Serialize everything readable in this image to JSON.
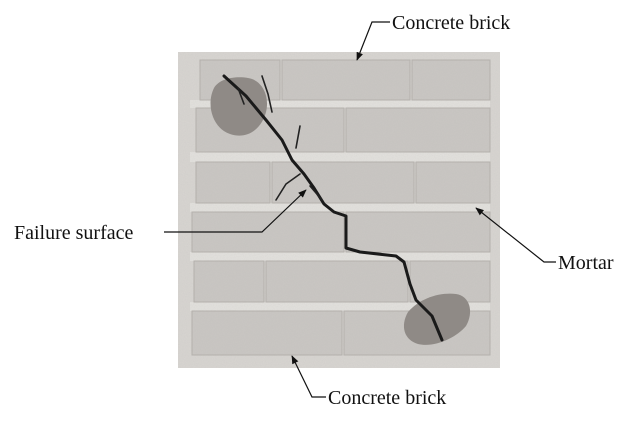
{
  "labels": {
    "top_brick": "Concrete brick",
    "failure_surface": "Failure surface",
    "mortar": "Mortar",
    "bottom_brick": "Concrete brick"
  },
  "colors": {
    "background": "#ffffff",
    "brick": "#c9c6c2",
    "mortar_joint": "#e4e2de",
    "crack": "#1a1a1a",
    "spall_patch": "#8f8a86",
    "wall_edge": "#b7b3ae"
  }
}
